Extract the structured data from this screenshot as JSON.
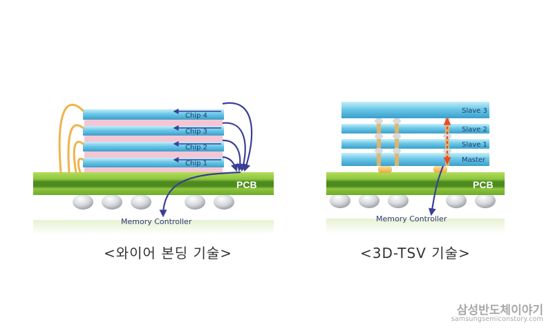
{
  "wire_bonding": {
    "chips": [
      "Chip 4",
      "Chip 3",
      "Chip 2",
      "Chip 1"
    ],
    "pcb_label": "PCB",
    "controller_label": "Memory Controller",
    "caption": "<와이어 본딩 기술>"
  },
  "tsv": {
    "dies": [
      "Slave 3",
      "Slave 2",
      "Slave 1",
      "Master"
    ],
    "pcb_label": "PCB",
    "controller_label": "Memory Controller",
    "caption": "<3D-TSV 기술>"
  },
  "watermark": {
    "name": "삼성반도체이야기",
    "url": "samsungsemiconstory.com"
  },
  "colors": {
    "chip_blue": "#5cc0e3",
    "chip_top": "#b4e6f6",
    "spacer_pink": "#f4c6d4",
    "pcb_green": "#8ec63f",
    "pcb_dark": "#4d8a1f",
    "wire_gold": "#f0b24a",
    "signal_navy": "#3a3e96",
    "tsv_red": "#e84a2a"
  }
}
